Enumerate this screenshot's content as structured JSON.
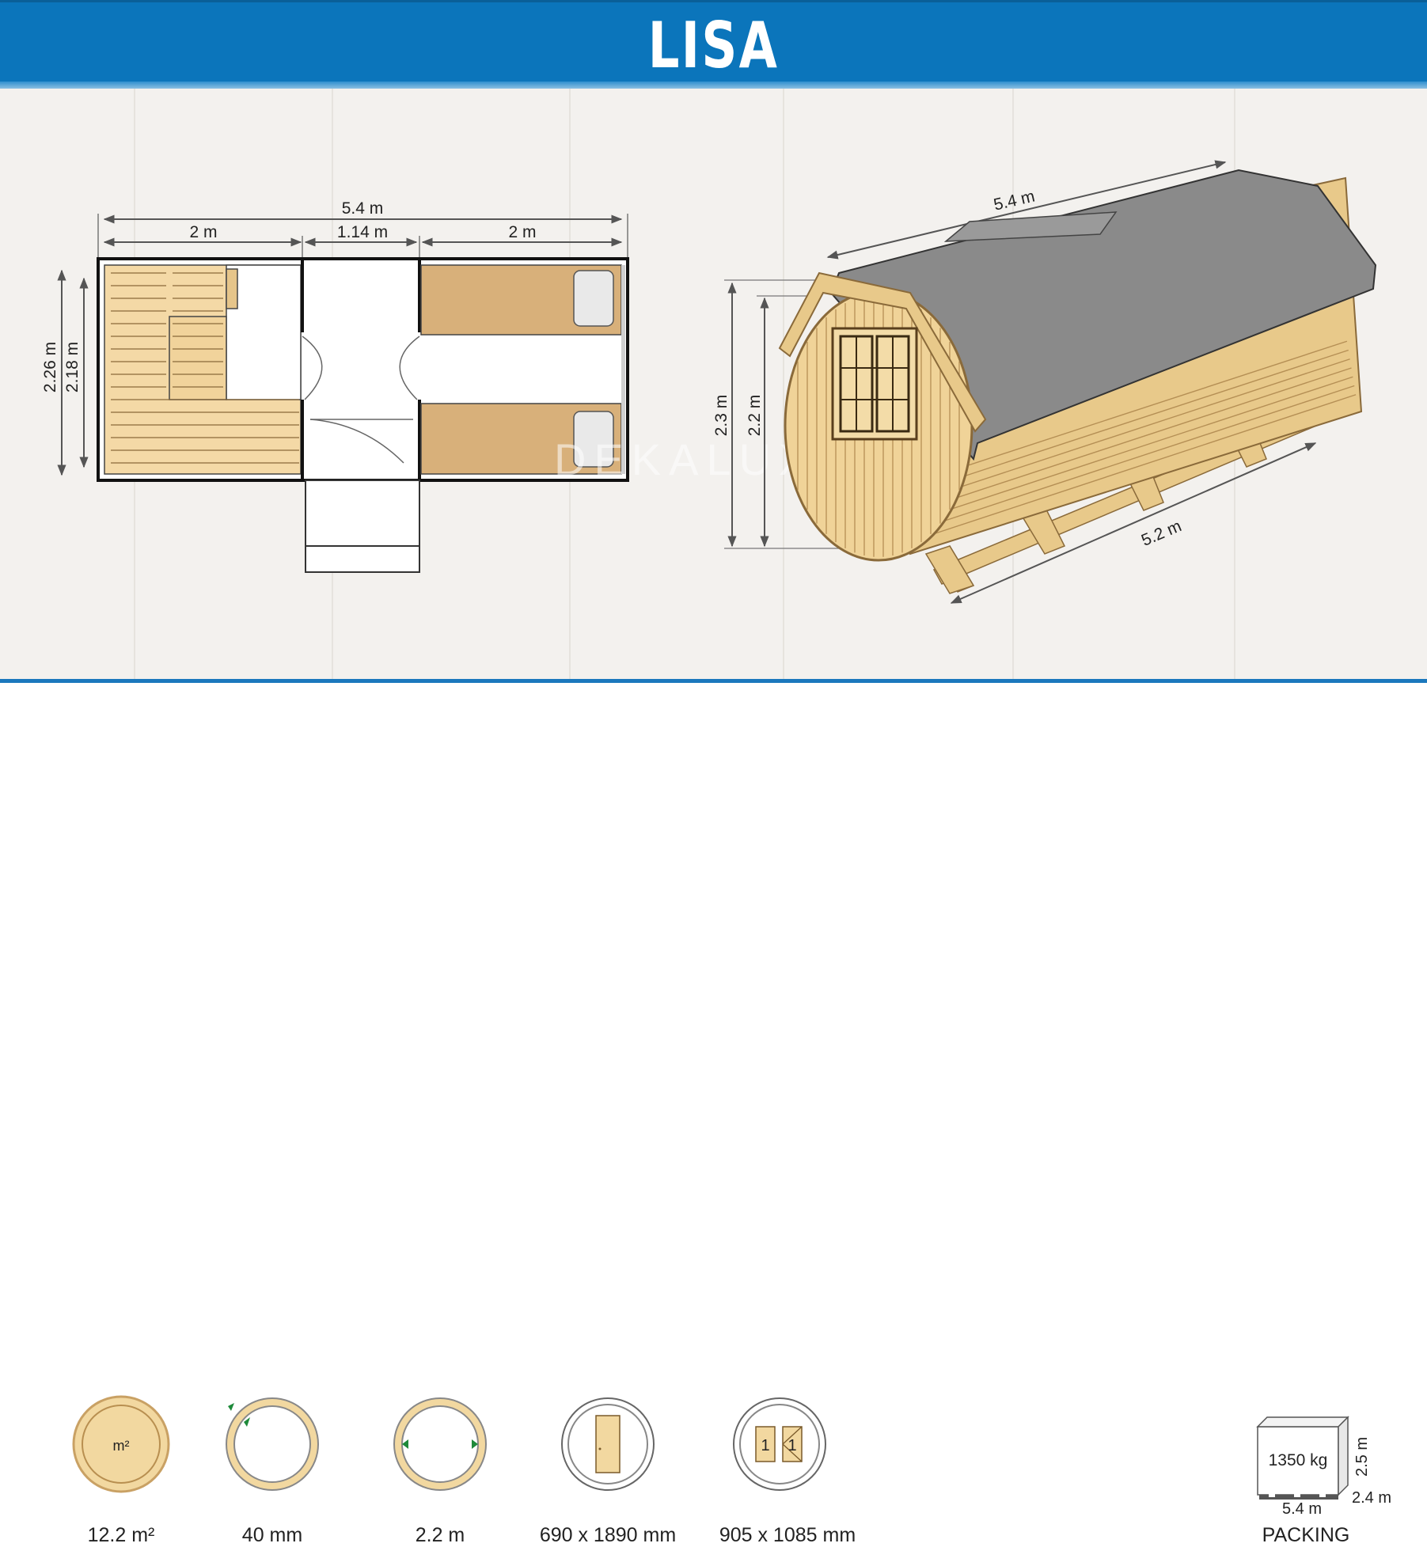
{
  "title": "LISA",
  "colors": {
    "header_blue": "#0b75bb",
    "wood": "#e8c98a",
    "wood_dark": "#c9a164",
    "roof": "#8a8a8a",
    "bed": "#d8b07a",
    "marker_green": "#1e8a3a"
  },
  "floor_plan": {
    "total_length": "5.4 m",
    "section_left": "2 m",
    "section_middle": "1.14 m",
    "section_right": "2 m",
    "outer_width": "2.26 m",
    "inner_width": "2.18 m"
  },
  "perspective": {
    "roof_length": "5.4 m",
    "base_length": "5.2 m",
    "outer_height": "2.3 m",
    "inner_height": "2.2 m"
  },
  "watermark": "DEKALUX",
  "specs": [
    {
      "icon": "area-icon",
      "icon_text": "m²",
      "label": "12.2 m²"
    },
    {
      "icon": "wall-thickness-icon",
      "label": "40 mm"
    },
    {
      "icon": "diameter-icon",
      "label": "2.2 m"
    },
    {
      "icon": "door-icon",
      "label": "690 x 1890 mm"
    },
    {
      "icon": "window-icon",
      "icon_text": "1",
      "label": "905 x 1085 mm"
    }
  ],
  "packing": {
    "weight": "1350 kg",
    "height": "2.5 m",
    "width": "2.4 m",
    "length": "5.4 m",
    "label": "PACKING"
  }
}
